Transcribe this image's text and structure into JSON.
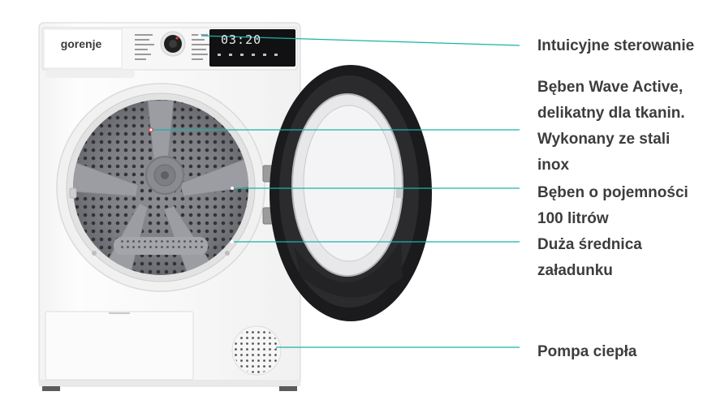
{
  "product": {
    "brand_logo": "gorenje",
    "display_time": "03:20",
    "accent_color": "#1ab3a6"
  },
  "callouts": [
    {
      "lines": [
        "Intuicyjne sterowanie"
      ]
    },
    {
      "lines": [
        "Bęben Wave Active,",
        "delikatny dla tkanin.",
        "Wykonany ze stali",
        "inox"
      ]
    },
    {
      "lines": [
        "Bęben o pojemności",
        "100 litrów"
      ]
    },
    {
      "lines": [
        "Duża średnica",
        "załadunku"
      ]
    },
    {
      "lines": [
        "Pompa ciepła"
      ]
    }
  ]
}
